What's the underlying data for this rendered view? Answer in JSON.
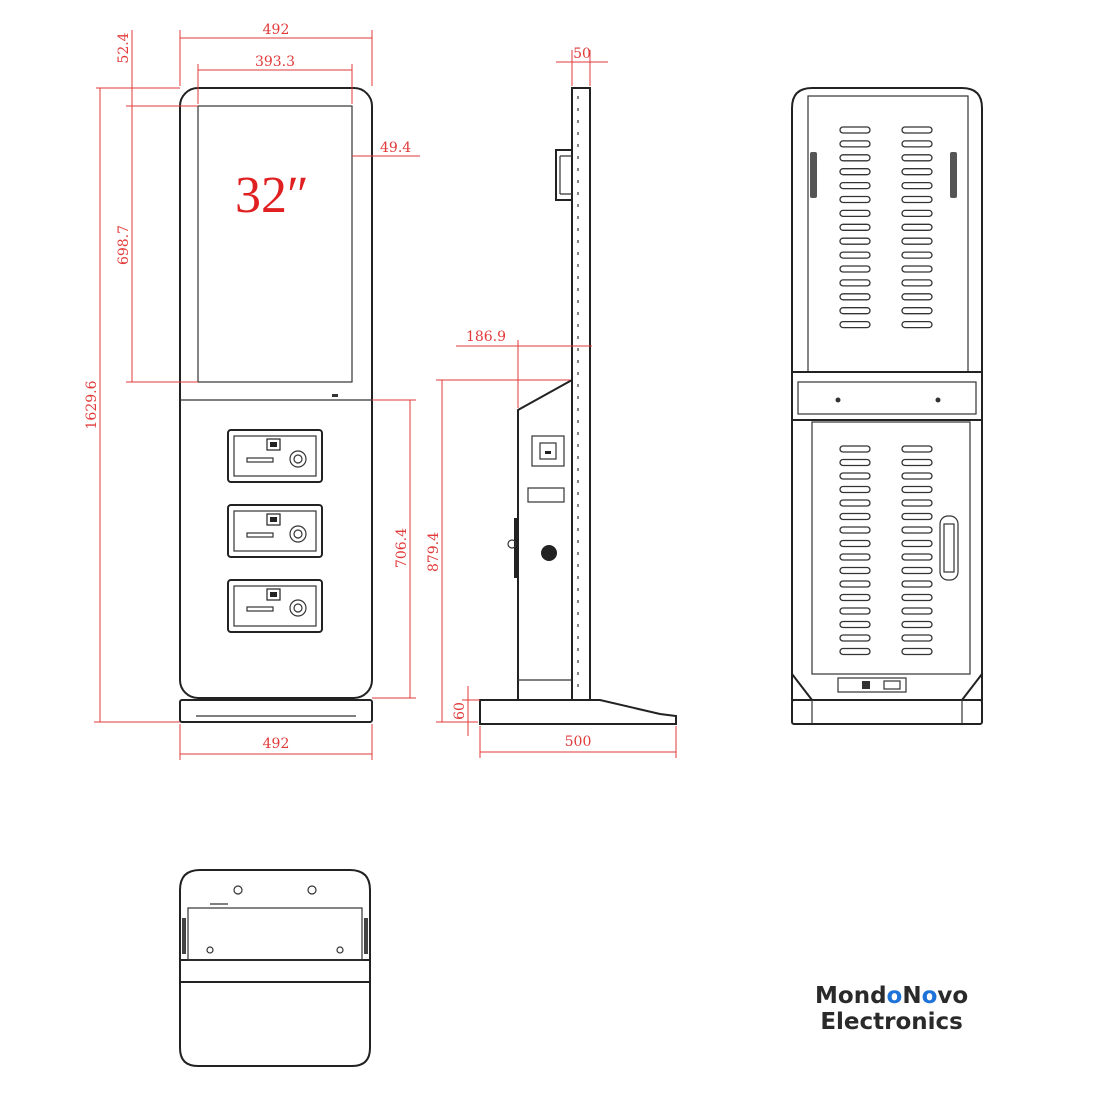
{
  "screen_label": "32″",
  "dimensions": {
    "front_width_top": "492",
    "screen_width": "393.3",
    "top_margin": "52.4",
    "side_margin": "49.4",
    "screen_height": "698.7",
    "total_height": "1629.6",
    "lower_panel_height": "706.4",
    "front_width_bottom": "492",
    "side_depth_top": "50",
    "side_offset": "186.9",
    "side_lower_height": "879.4",
    "base_height": "60",
    "base_depth": "500"
  },
  "logo": {
    "part1": "Mond",
    "o1": "o",
    "part2": "N",
    "o2": "o",
    "part3": "vo",
    "line2": "Electronics"
  },
  "colors": {
    "dimension": "#e23a3a",
    "outline": "#222222",
    "logo_accent": "#1e73d8"
  }
}
